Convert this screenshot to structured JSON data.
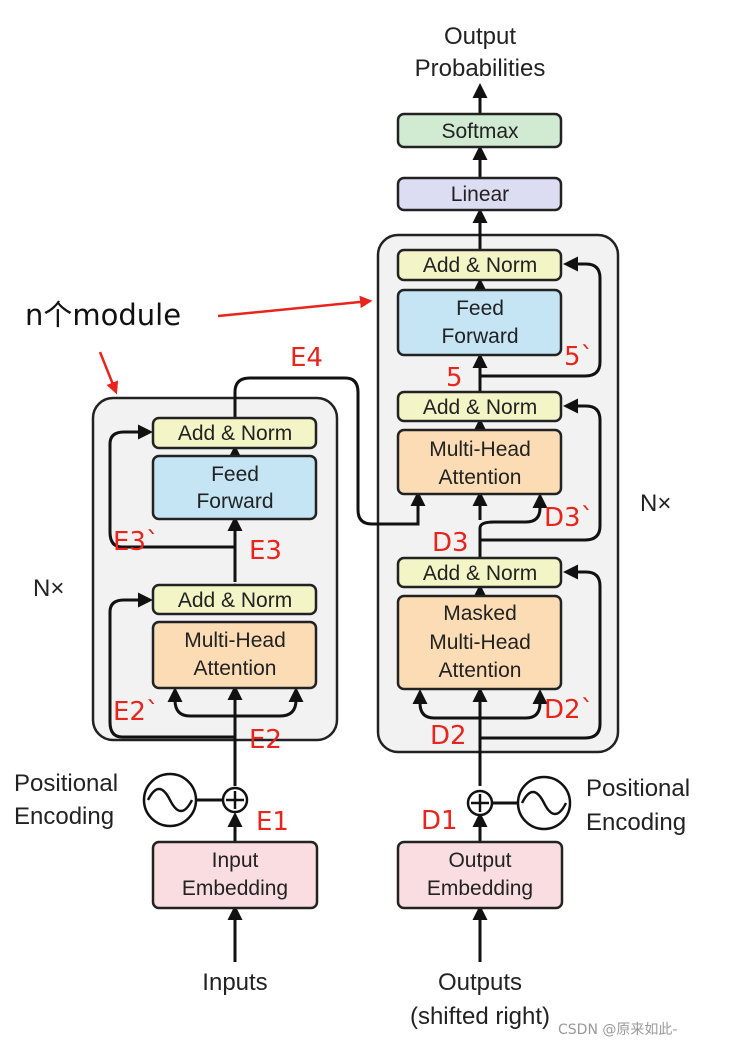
{
  "colors": {
    "add_norm": "#f3f5c6",
    "feed_forward": "#c5e5f5",
    "attention": "#fcdcb4",
    "embedding": "#f9dde0",
    "linear": "#dcdcf2",
    "softmax": "#d1ebd3",
    "block_bg": "#f2f2f2",
    "annotation_red": "#e8241c"
  },
  "top": {
    "output_line1": "Output",
    "output_line2": "Probabilities"
  },
  "decoder_head": {
    "softmax": "Softmax",
    "linear": "Linear"
  },
  "encoder": {
    "add_norm_top": "Add & Norm",
    "ff_line1": "Feed",
    "ff_line2": "Forward",
    "add_norm_bottom": "Add & Norm",
    "mha_line1": "Multi-Head",
    "mha_line2": "Attention",
    "nx": "N×",
    "emb_line1": "Input",
    "emb_line2": "Embedding",
    "pos_line1": "Positional",
    "pos_line2": "Encoding",
    "inputs": "Inputs"
  },
  "decoder": {
    "add_norm_top": "Add & Norm",
    "ff_line1": "Feed",
    "ff_line2": "Forward",
    "add_norm_mid": "Add & Norm",
    "mha_line1": "Multi-Head",
    "mha_line2": "Attention",
    "add_norm_bottom": "Add & Norm",
    "masked_line1": "Masked",
    "masked_line2": "Multi-Head",
    "masked_line3": "Attention",
    "nx": "N×",
    "emb_line1": "Output",
    "emb_line2": "Embedding",
    "pos_line1": "Positional",
    "pos_line2": "Encoding",
    "outputs_line1": "Outputs",
    "outputs_line2": "(shifted right)"
  },
  "annotations": {
    "n_module": "n个module",
    "e1": "E1",
    "e2": "E2",
    "e2p": "E2`",
    "e3": "E3",
    "e3p": "E3`",
    "e4": "E4",
    "d1": "D1",
    "d2": "D2",
    "d2p": "D2`",
    "d3": "D3",
    "d3p": "D3`",
    "five": "5",
    "five_p": "5`"
  },
  "watermark": "CSDN @原来如此-"
}
